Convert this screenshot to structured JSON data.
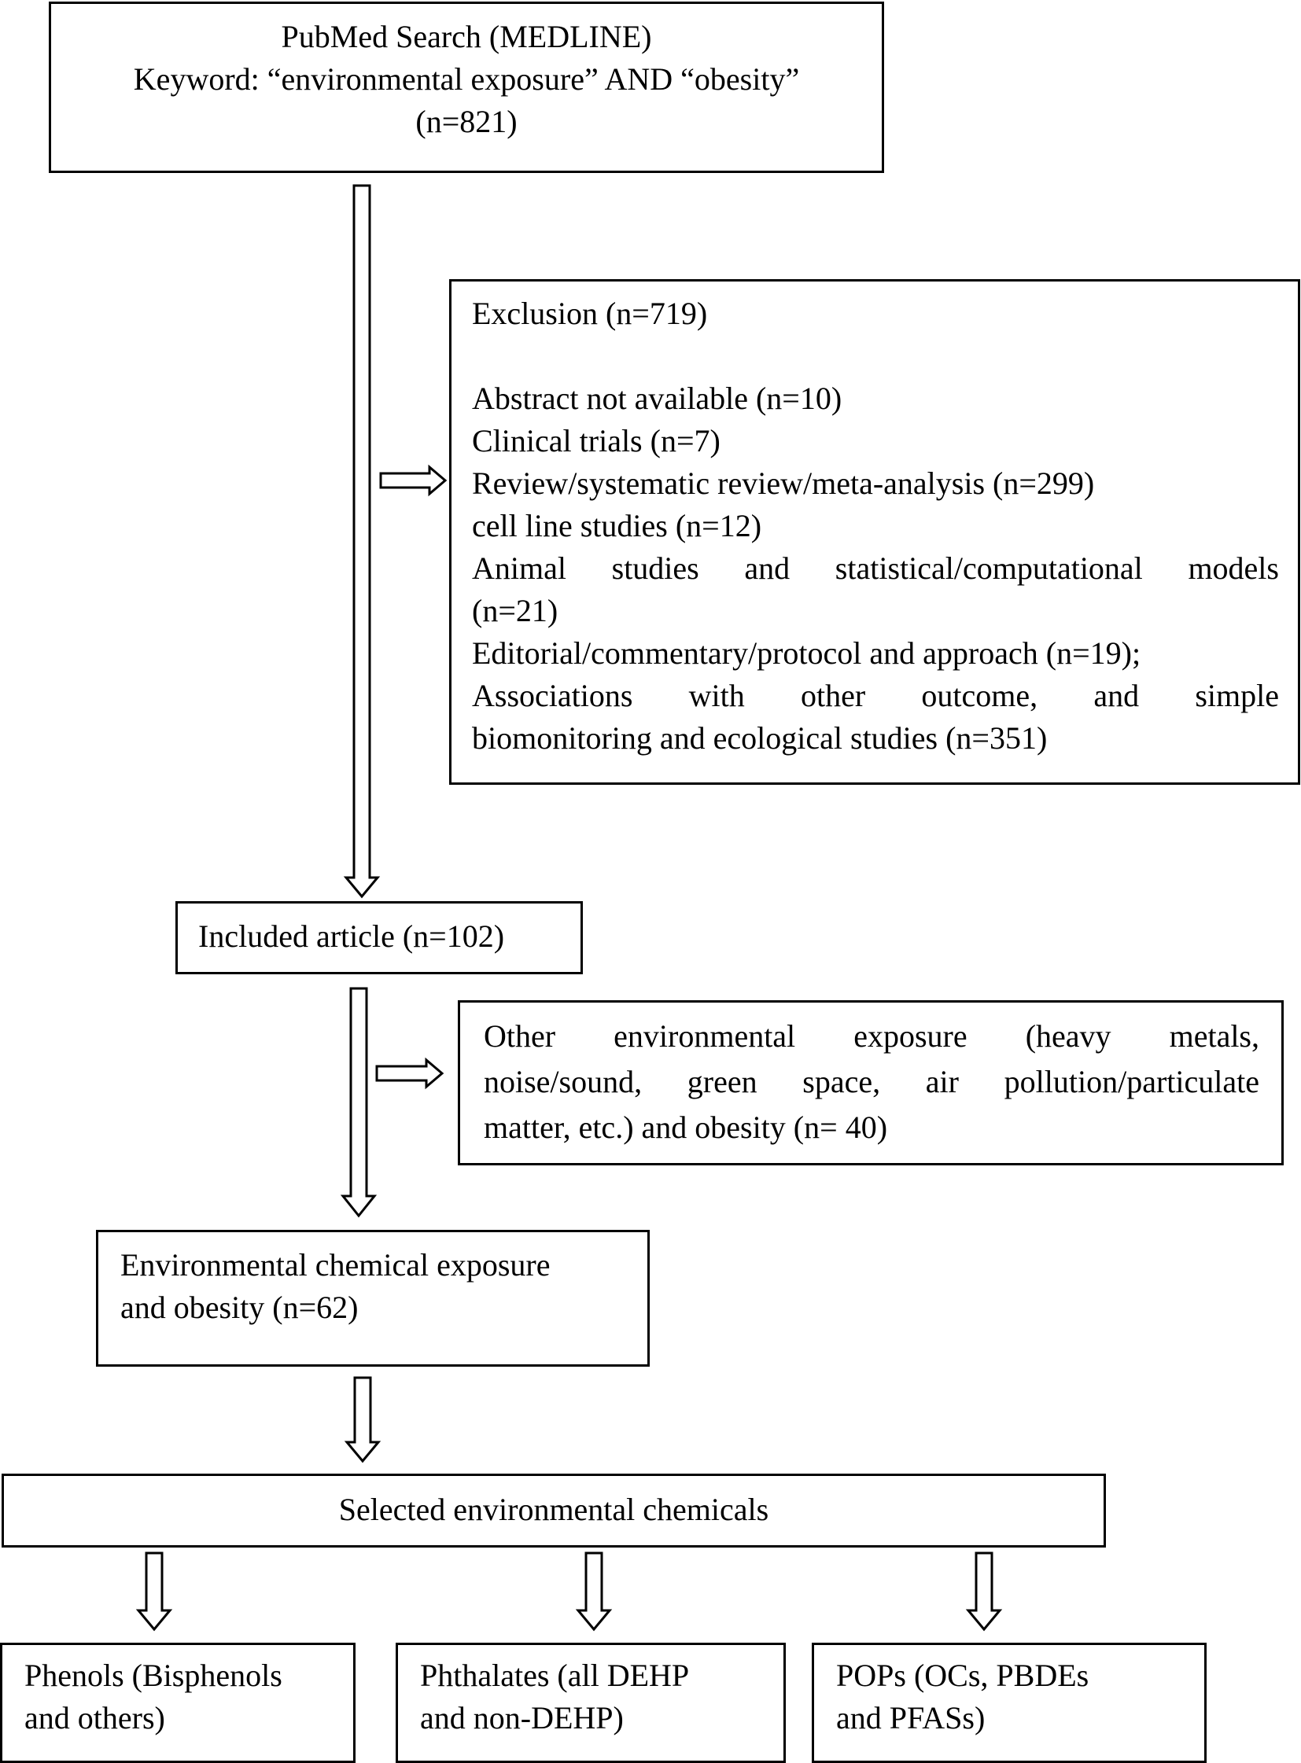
{
  "search": {
    "title": "PubMed Search (MEDLINE)",
    "keyword": "Keyword: “environmental exposure” AND “obesity”",
    "count": "(n=821)"
  },
  "exclusion": {
    "title": "Exclusion (n=719)",
    "items": [
      "Abstract not available (n=10)",
      "Clinical trials (n=7)",
      "Review/systematic review/meta-analysis (n=299)",
      "cell line studies (n=12)",
      "Animal studies and statistical/computational models",
      "(n=21)",
      "Editorial/commentary/protocol and approach (n=19);",
      "Associations with other outcome, and simple",
      "biomonitoring and ecological studies (n=351)"
    ]
  },
  "included": {
    "label": "Included article (n=102)"
  },
  "other_exposure": {
    "lines": [
      "Other environmental exposure (heavy metals,",
      "noise/sound, green space, air pollution/particulate",
      "matter, etc.) and obesity (n= 40)"
    ]
  },
  "env_chemical": {
    "lines": [
      "Environmental chemical exposure",
      "and obesity (n=62)"
    ]
  },
  "selected": {
    "label": "Selected environmental chemicals"
  },
  "categories": [
    {
      "lines": [
        "Phenols (Bisphenols",
        "and others)"
      ]
    },
    {
      "lines": [
        "Phthalates (all DEHP",
        "and non-DEHP)"
      ]
    },
    {
      "lines": [
        "POPs (OCs, PBDEs",
        "and PFASs)"
      ]
    }
  ],
  "colors": {
    "border": "#000000",
    "background": "#ffffff",
    "text": "#000000"
  }
}
